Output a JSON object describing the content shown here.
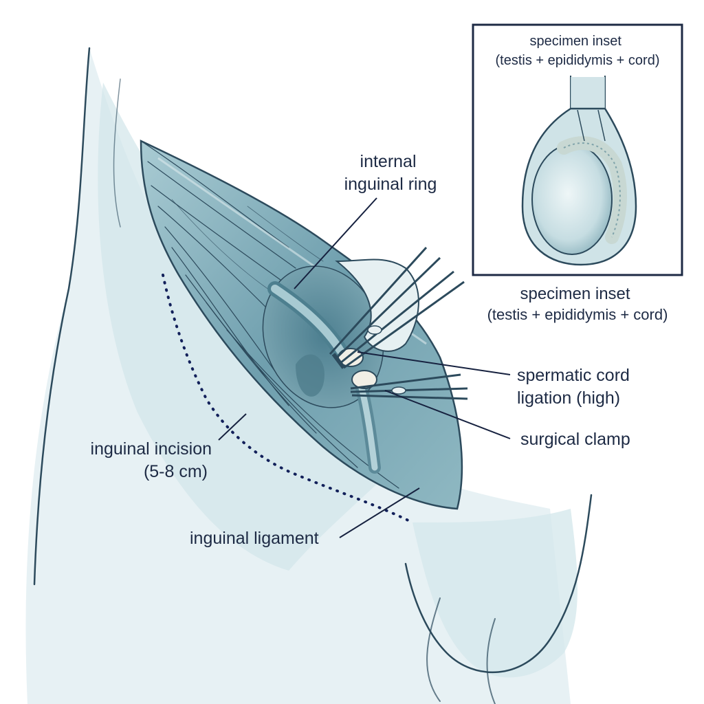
{
  "labels": {
    "internal_ring": [
      "internal",
      "inguinal ring"
    ],
    "spermatic_cord": [
      "spermatic cord",
      "ligation (high)"
    ],
    "surgical_clamp": "surgical clamp",
    "inguinal_incision": [
      "inguinal incision",
      "(5-8 cm)"
    ],
    "inguinal_ligament": "inguinal ligament",
    "inset_title": [
      "specimen inset",
      "(testis + epididymis + cord)"
    ],
    "inset_caption": [
      "specimen inset",
      "(testis + epididymis + cord)"
    ]
  },
  "icons": {
    "dotted_incision_line": "dotted-line"
  },
  "colors": {
    "ink": "#2c4a5c",
    "wash_light": "#dcebef",
    "wash_mid": "#b9d6dd",
    "wash_dark": "#7fa9b5",
    "label_text": "#1d2a44",
    "incision_dots": "#12205a"
  }
}
